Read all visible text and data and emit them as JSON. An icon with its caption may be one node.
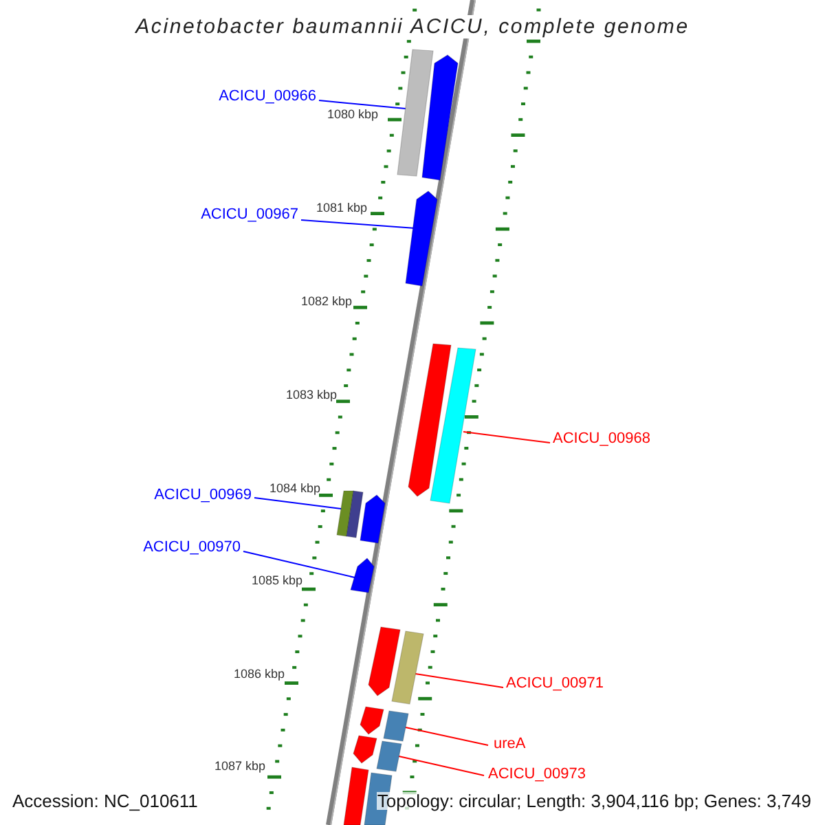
{
  "diagram": {
    "title": "Acinetobacter baumannii ACICU, complete genome",
    "nodes": [
      {
        "text": [
          "ACICU_00966"
        ]
      },
      {
        "text": [],
        "shape": "bar"
      },
      {
        "text": [
          "ACICU_00967"
        ]
      },
      {
        "text": [],
        "shape": "arrow"
      },
      {
        "text": [],
        "shape": "bar"
      },
      {
        "text": [
          "ACICU_00968"
        ]
      },
      {
        "text": [
          "ACICU_00969"
        ]
      },
      {
        "text": [],
        "shape": "bar"
      },
      {
        "text": [
          "ACICU_00970"
        ]
      },
      {
        "text": [],
        "shape": "arrow"
      },
      {
        "text": [
          "ACICU_00971"
        ]
      },
      {
        "text": [],
        "shape": "bar"
      },
      {
        "text": [
          "ureA"
        ]
      },
      {
        "text": [],
        "shape": "bar"
      },
      {
        "text": [
          "ACICU_00973"
        ]
      },
      {
        "text": [],
        "shape": "bar"
      },
      {
        "text": [],
        "shape": "arrow"
      },
      {
        "text": [],
        "shape": "arrow"
      },
      {
        "text": [],
        "shape": "bar"
      },
      {
        "text": [],
        "shape": "arrow"
      },
      {
        "text": [],
        "shape": "arrow"
      },
      {
        "text": [],
        "shape": "arrow"
      },
      {
        "text": [],
        "shape": "arrow"
      },
      {
        "text": [],
        "shape": "bar"
      },
      {
        "text": [],
        "shape": "bar"
      }
    ],
    "edges": [
      {
        "from": 0,
        "to": 1,
        "arrow": "none"
      },
      {
        "from": 2,
        "to": 3,
        "arrow": "none"
      },
      {
        "from": 5,
        "to": 4,
        "arrow": "none",
        "color": "#ff0000"
      },
      {
        "from": 6,
        "to": 7,
        "arrow": "none"
      },
      {
        "from": 8,
        "to": 9,
        "arrow": "none"
      },
      {
        "from": 10,
        "to": 11,
        "arrow": "none",
        "color": "#ff0000"
      },
      {
        "from": 12,
        "to": 13,
        "arrow": "none",
        "color": "#ff0000"
      },
      {
        "from": 14,
        "to": 15,
        "arrow": "none",
        "color": "#ff0000"
      }
    ],
    "labels": [
      "1080 kbp",
      "1081 kbp",
      "1082 kbp",
      "1083 kbp",
      "1084 kbp",
      "1085 kbp",
      "1086 kbp",
      "1087 kbp",
      "Accession: NC_010611",
      "Topology: circular; Length: 3,904,116 bp; Genes: 3,749"
    ]
  }
}
